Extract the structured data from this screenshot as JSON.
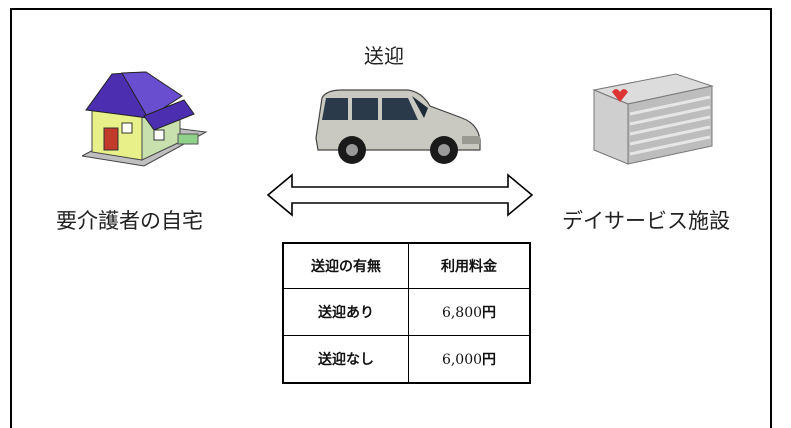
{
  "transport_label": "送迎",
  "home_label": "要介護者の自宅",
  "facility_label": "デイサービス施設",
  "fee_table": {
    "headers": [
      "送迎の有無",
      "利用料金"
    ],
    "rows": [
      {
        "option": "送迎あり",
        "amount": "6,800",
        "unit": "円"
      },
      {
        "option": "送迎なし",
        "amount": "6,000",
        "unit": "円"
      }
    ]
  },
  "icons": [
    "house-icon",
    "van-icon",
    "building-icon",
    "double-arrow-icon"
  ]
}
